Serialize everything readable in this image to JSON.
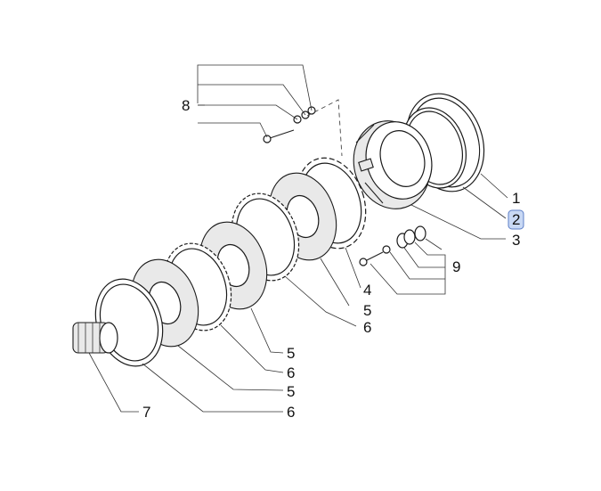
{
  "diagram": {
    "callouts": [
      {
        "id": "c1",
        "label": "1"
      },
      {
        "id": "c2",
        "label": "2",
        "highlighted": true
      },
      {
        "id": "c3",
        "label": "3"
      },
      {
        "id": "c4",
        "label": "4"
      },
      {
        "id": "c5a",
        "label": "5"
      },
      {
        "id": "c6a",
        "label": "6"
      },
      {
        "id": "c5b",
        "label": "5"
      },
      {
        "id": "c6b",
        "label": "6"
      },
      {
        "id": "c5c",
        "label": "5"
      },
      {
        "id": "c6c",
        "label": "6"
      },
      {
        "id": "c7",
        "label": "7"
      },
      {
        "id": "c8",
        "label": "8"
      },
      {
        "id": "c9",
        "label": "9"
      }
    ],
    "highlight_color": "#c9d9f5"
  }
}
